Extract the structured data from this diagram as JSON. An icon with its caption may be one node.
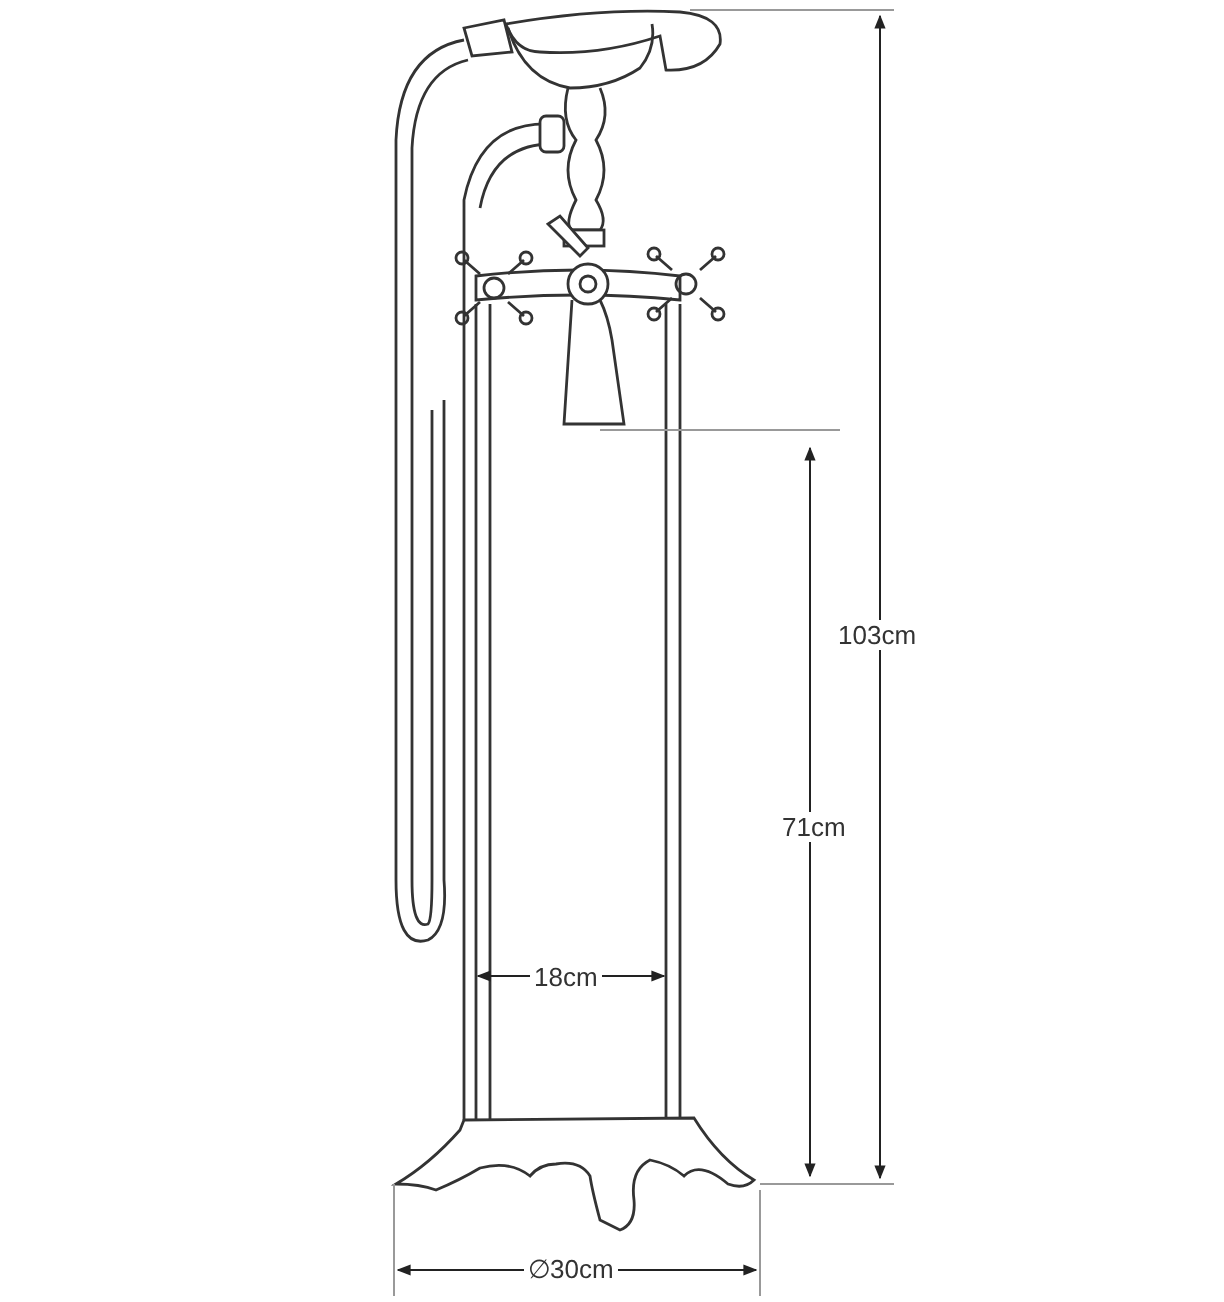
{
  "diagram": {
    "labels": [
      "103cm",
      "71cm",
      "18cm",
      "∅30cm"
    ]
  }
}
